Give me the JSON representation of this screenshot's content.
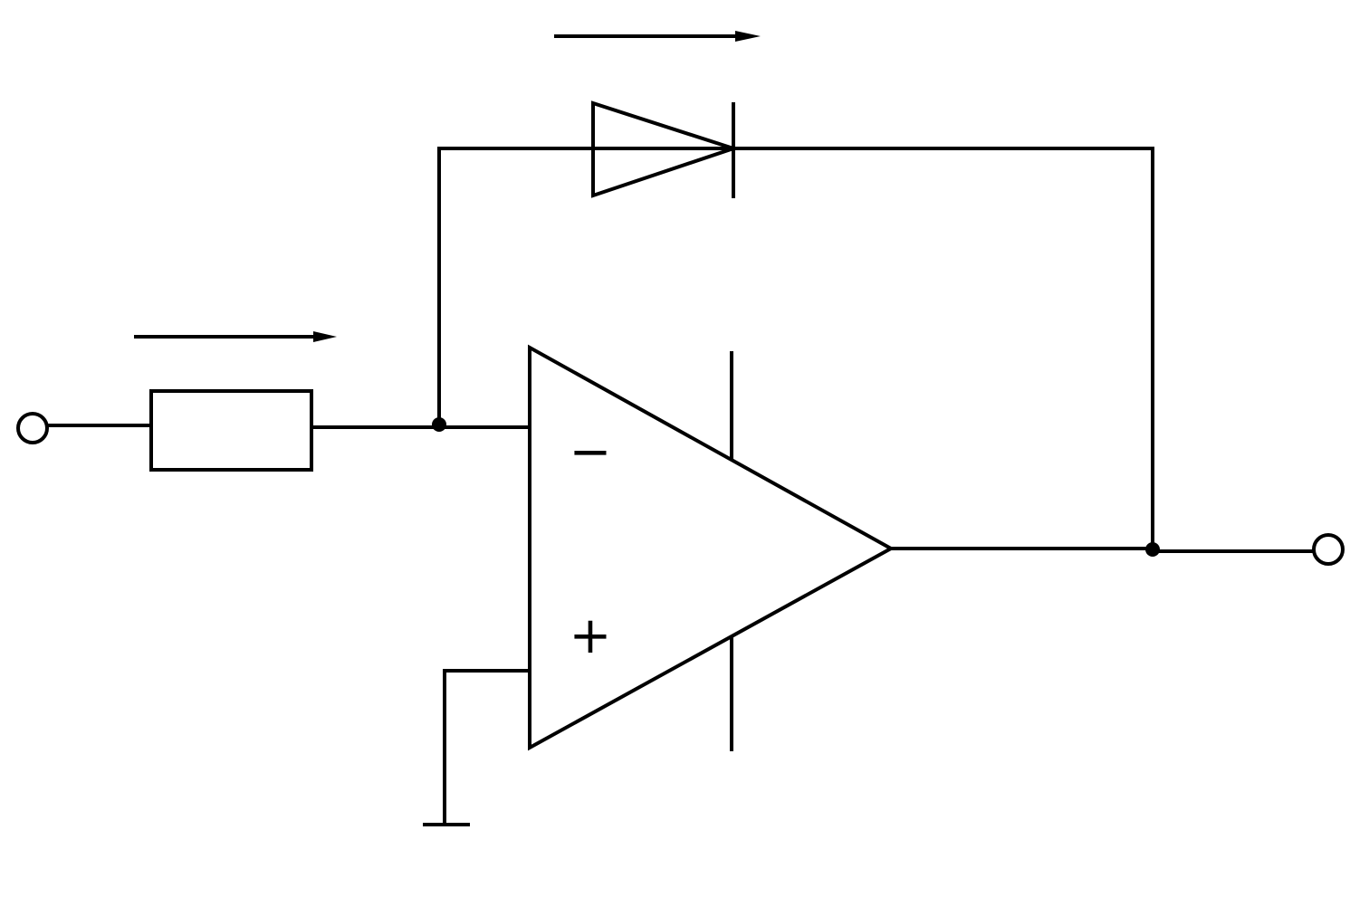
{
  "diagram": {
    "type": "circuit-schematic",
    "components": [
      {
        "name": "input-terminal",
        "kind": "terminal"
      },
      {
        "name": "resistor",
        "kind": "resistor"
      },
      {
        "name": "diode",
        "kind": "diode"
      },
      {
        "name": "op-amp",
        "kind": "operational-amplifier"
      },
      {
        "name": "ground",
        "kind": "ground"
      },
      {
        "name": "output-terminal",
        "kind": "terminal"
      }
    ],
    "op_amp_pins": {
      "inverting": "−",
      "non_inverting": "+"
    },
    "arrows": [
      {
        "name": "current-arrow-input",
        "direction": "right"
      },
      {
        "name": "current-arrow-diode",
        "direction": "right"
      }
    ],
    "colors": {
      "stroke": "#000000",
      "background": "#ffffff"
    }
  }
}
